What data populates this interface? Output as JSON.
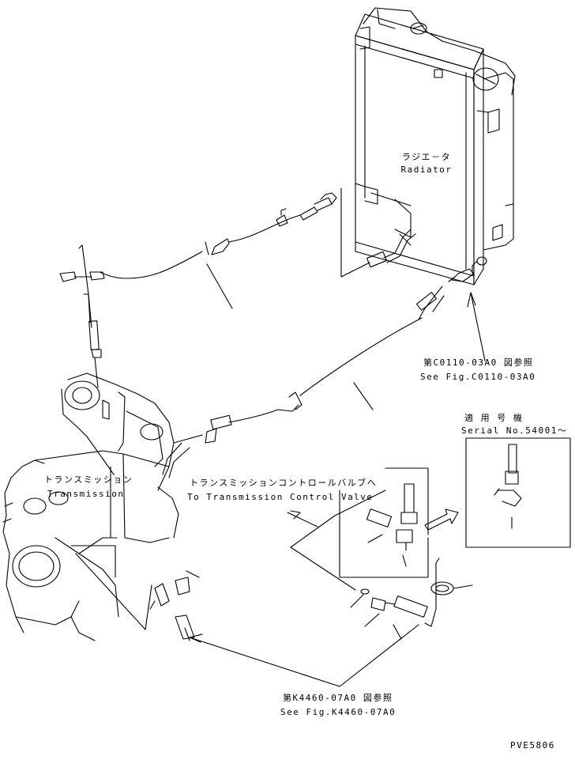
{
  "labels": {
    "radiator_jp": "ラジエ－タ",
    "radiator_en": "Radiator",
    "ref_c0110_jp": "第C0110-03A0 図参照",
    "ref_c0110_en": "See Fig.C0110-03A0",
    "serial_jp": "適 用 号 機",
    "serial_en": "Serial No.54001～",
    "transmission_jp": "トランスミッション",
    "transmission_en": "Transmission",
    "tcv_jp": "トランスミッションコントロールバルブへ",
    "tcv_en": "To Transmission Control Valve",
    "ref_k4460_jp": "第K4460-07A0 図参照",
    "ref_k4460_en": "See Fig.K4460-07A0",
    "drawing_code": "PVE5806"
  }
}
